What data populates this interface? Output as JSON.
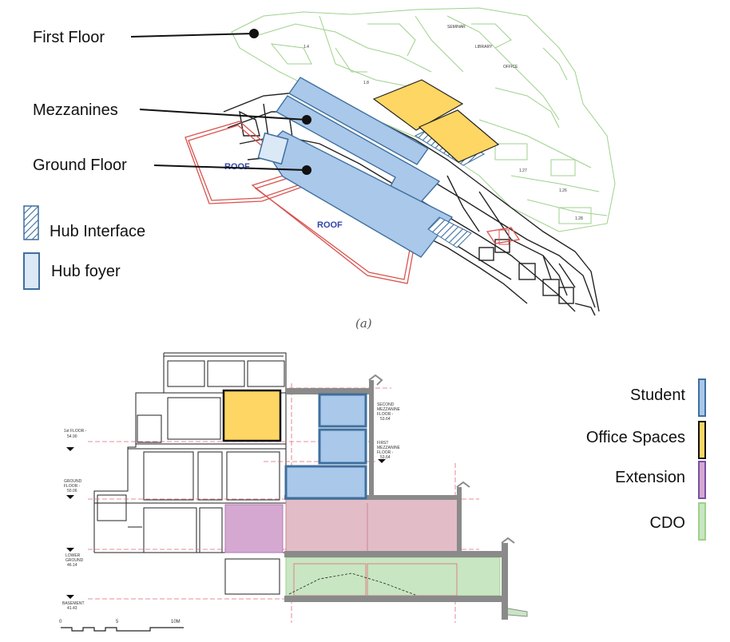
{
  "plan": {
    "labels": {
      "first_floor": "First Floor",
      "mezzanines": "Mezzanines",
      "ground_floor": "Ground Floor"
    },
    "legend": {
      "hub_interface": "Hub Interface",
      "hub_foyer": "Hub foyer"
    },
    "roof_labels": [
      "ROOF",
      "ROOF"
    ],
    "caption": "(a)"
  },
  "section": {
    "levels": {
      "first_floor": [
        "1st FLOOR -",
        "54.90"
      ],
      "ground_floor": [
        "GROUND",
        "FLOOR -",
        "50.06"
      ],
      "lower_ground": [
        "LOWER",
        "GROUND",
        "46.14"
      ],
      "basement": [
        "BASEMENT",
        "41.43"
      ],
      "second_mezz": [
        "SECOND",
        "MEZZANINE",
        "FLOOR -",
        "53.64"
      ],
      "first_mezz": [
        "FIRST",
        "MEZZANINE",
        "FLOOR -",
        "53.64"
      ]
    },
    "scale": [
      "0",
      "5",
      "10M"
    ],
    "legend": {
      "student": "Student",
      "office": "Office Spaces",
      "extension": "Extension",
      "cdo": "CDO"
    }
  },
  "colors": {
    "student": "#a9c8ea",
    "student_border": "#3f6f9e",
    "office": "#fdd663",
    "office_border": "#222222",
    "extension": "#d5a8d2",
    "extension_border": "#7b4fa3",
    "cdo": "#c8e6c2",
    "cdo_border": "#9fd18c",
    "pink": "#e2bcc6",
    "hatch": "#3f6f9e"
  }
}
